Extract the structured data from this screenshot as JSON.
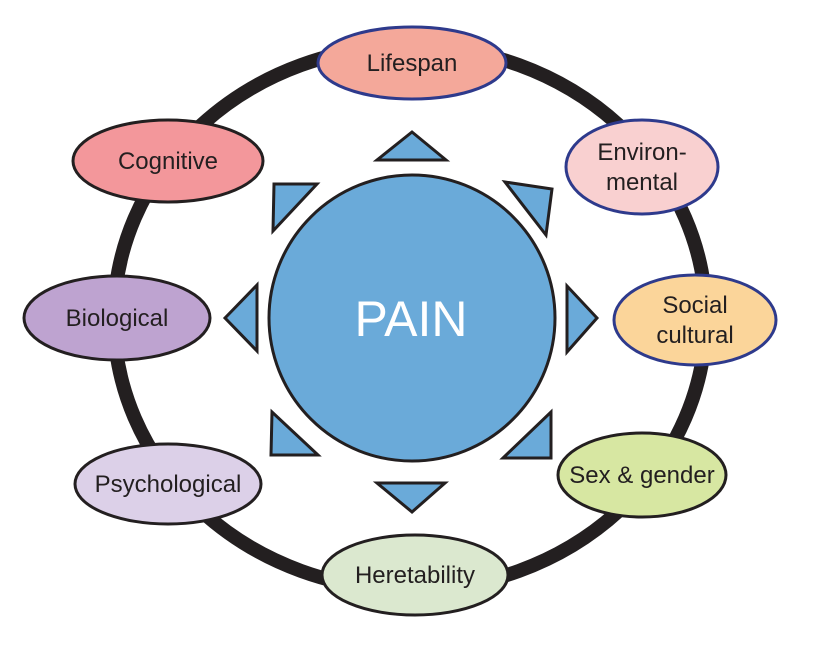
{
  "diagram": {
    "center": {
      "label": "PAIN",
      "fill": "#6aaad9",
      "text_color": "#ffffff"
    },
    "ring_color": "#231f20",
    "arrow_fill": "#6aaad9",
    "nodes": [
      {
        "id": "lifespan",
        "lines": [
          "Lifespan"
        ],
        "fill": "#f4a89a",
        "stroke": "#2e3a8c"
      },
      {
        "id": "environmental",
        "lines": [
          "Environ-",
          "mental"
        ],
        "fill": "#f9d0d0",
        "stroke": "#2e3a8c"
      },
      {
        "id": "social-cultural",
        "lines": [
          "Social",
          "cultural"
        ],
        "fill": "#fbd59a",
        "stroke": "#2e3a8c"
      },
      {
        "id": "sex-gender",
        "lines": [
          "Sex & gender"
        ],
        "fill": "#d7e7a2",
        "stroke": "#231f20"
      },
      {
        "id": "heretability",
        "lines": [
          "Heretability"
        ],
        "fill": "#dbe8cf",
        "stroke": "#231f20"
      },
      {
        "id": "psychological",
        "lines": [
          "Psychological"
        ],
        "fill": "#dcd0e8",
        "stroke": "#231f20"
      },
      {
        "id": "biological",
        "lines": [
          "Biological"
        ],
        "fill": "#bea3d0",
        "stroke": "#231f20"
      },
      {
        "id": "cognitive",
        "lines": [
          "Cognitive"
        ],
        "fill": "#f3979b",
        "stroke": "#231f20"
      }
    ]
  }
}
